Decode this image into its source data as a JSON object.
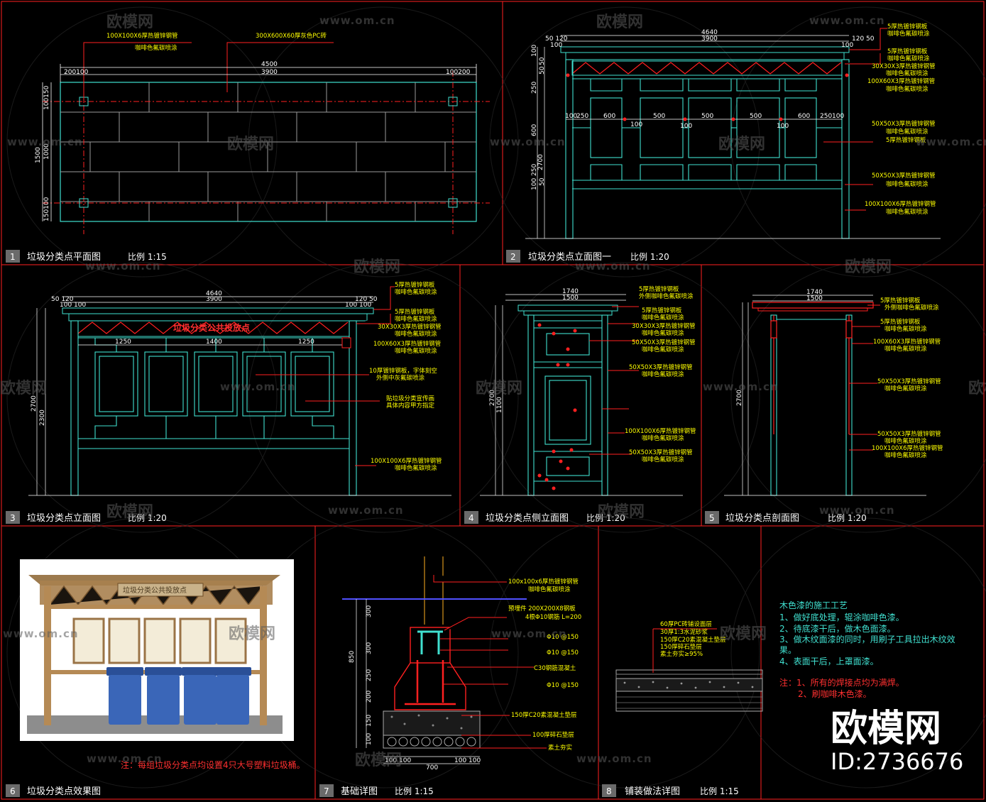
{
  "watermark": {
    "brand": "欧模网",
    "url": "www.om.cn"
  },
  "stamp": {
    "brand": "欧模网",
    "id": "ID:2736676"
  },
  "panels": [
    {
      "num": "1",
      "title": "垃圾分类点平面图",
      "scale": "比例 1:15"
    },
    {
      "num": "2",
      "title": "垃圾分类点立面图一",
      "scale": "比例 1:20"
    },
    {
      "num": "3",
      "title": "垃圾分类点立面图",
      "scale": "比例 1:20"
    },
    {
      "num": "4",
      "title": "垃圾分类点侧立面图",
      "scale": "比例 1:20"
    },
    {
      "num": "5",
      "title": "垃圾分类点剖面图",
      "scale": "比例 1:20"
    },
    {
      "num": "6",
      "title": "垃圾分类点效果图",
      "scale": ""
    },
    {
      "num": "7",
      "title": "基础详图",
      "scale": "比例 1:15"
    },
    {
      "num": "8",
      "title": "铺装做法详图",
      "scale": "比例 1:15"
    }
  ],
  "plan": {
    "callout1a": "100X100X6厚热镀锌钢管",
    "callout1b": "咖啡色氟碳喷涂",
    "callout2": "300X600X60厚灰色PC砖",
    "dim_total": "4500",
    "dim_inner": "3900",
    "dim_left": "200100",
    "dim_right": "100200",
    "dim_h": "1500",
    "dim_h_inner": "1000",
    "dim_v_a": "100150",
    "dim_v_b": "150100"
  },
  "elev1": {
    "dim_top1": "4640",
    "dim_top2": "3900",
    "dim_left": "50 120",
    "dim_right": "120 50",
    "dim_left2": "100",
    "dim_right2": "100",
    "dim_height": "2700",
    "panel_dims": [
      "100",
      "250",
      "600",
      "500",
      "500",
      "500",
      "600",
      "250",
      "100"
    ],
    "sub_dims": [
      "100",
      "100",
      "100"
    ],
    "v_dims": [
      "250",
      "600",
      "250",
      "100",
      "100",
      "50",
      "50",
      "50"
    ],
    "labels": [
      "5厚热镀锌钢板",
      "咖啡色氟碳喷涂",
      "5厚热镀锌钢板",
      "咖啡色氟碳喷涂",
      "30X30X3厚热镀锌钢管",
      "咖啡色氟碳喷涂",
      "100X60X3厚热镀锌钢管",
      "咖啡色氟碳喷涂",
      "50X50X3厚热镀锌钢管",
      "咖啡色氟碳喷涂",
      "5厚热镀锌钢板",
      "50X50X3厚热镀锌钢管",
      "咖啡色氟碳喷涂",
      "100X100X6厚热镀锌钢管",
      "咖啡色氟碳喷涂"
    ]
  },
  "elev2": {
    "sign": "垃圾分类公共投放点",
    "dim_top1": "4640",
    "dim_top2": "3900",
    "dim_left": "50 120",
    "dim_right": "120 50",
    "dim_left2": "100 100",
    "dim_right2": "100 100",
    "dim_height": "2700",
    "dim_height2": "2300",
    "panel_dims": [
      "1250",
      "1400",
      "1250"
    ],
    "labels": [
      "5厚热镀锌钢板",
      "咖啡色氟碳喷涂",
      "5厚热镀锌钢板",
      "咖啡色氟碳喷涂",
      "30X30X3厚热镀锌钢管",
      "咖啡色氟碳喷涂",
      "100X60X3厚热镀锌钢管",
      "咖啡色氟碳喷涂",
      "10厚镀锌钢板，字体刻空",
      "外侧中灰氟碳喷涂",
      "贴垃圾分类宣传画",
      "具体内容甲方指定",
      "100X100X6厚热镀锌钢管",
      "咖啡色氟碳喷涂"
    ]
  },
  "side": {
    "dim_top1": "1740",
    "dim_top2": "1500",
    "dim_height": "2700",
    "dim_mid": "1100",
    "labels": [
      "5厚热镀锌钢板",
      "外侧咖啡色氟碳喷涂",
      "5厚热镀锌钢板",
      "咖啡色氟碳喷涂",
      "30X30X3厚热镀锌钢管",
      "咖啡色氟碳喷涂",
      "50X50X3厚热镀锌钢管",
      "咖啡色氟碳喷涂",
      "50X50X3厚热镀锌钢管",
      "咖啡色氟碳喷涂",
      "100X100X6厚热镀锌钢管",
      "咖啡色氟碳喷涂",
      "50X50X3厚热镀锌钢管",
      "咖啡色氟碳喷涂"
    ]
  },
  "section": {
    "dim_top1": "1740",
    "dim_top2": "1500",
    "dim_height": "2700",
    "labels": [
      "5厚热镀锌钢板",
      "外侧咖啡色氟碳喷涂",
      "5厚热镀锌钢板",
      "咖啡色氟碳喷涂",
      "100X60X3厚热镀锌钢管",
      "咖啡色氟碳喷涂",
      "50X50X3厚热镀锌钢管",
      "咖啡色氟碳喷涂",
      "50X50X3厚热镀锌钢管",
      "咖啡色氟碳喷涂",
      "100X100X6厚热镀锌钢管",
      "咖啡色氟碳喷涂"
    ]
  },
  "render": {
    "sign": "垃圾分类公共投放点",
    "note": "注：每组垃圾分类点均设置4只大号塑料垃圾桶。",
    "bins": 4,
    "colors": {
      "wood": "#b58a55",
      "bin": "#3a66b8",
      "board": "#f3ecd8"
    }
  },
  "foundation": {
    "labels": [
      "100x100x6厚热镀锌钢管",
      "咖啡色氟碳喷涂",
      "预埋件 200X200X8钢板",
      "4根Φ10钢筋 L=200",
      "Φ10 @150",
      "Φ10 @150",
      "C30钢筋混凝土",
      "Φ10 @150",
      "150厚C20素混凝土垫层",
      "100厚碎石垫层",
      "素土夯实"
    ],
    "dims_v": [
      "300",
      "300",
      "250",
      "200",
      "150",
      "100"
    ],
    "dim_total_v": "850",
    "dims_h": [
      "100",
      "100",
      "100",
      "100",
      "700"
    ]
  },
  "paving": {
    "labels": [
      "60厚PC砖铺设面层",
      "30厚1:3水泥砂浆",
      "150厚C20素混凝土垫层",
      "150厚碎石垫层",
      "素土夯实≥95%"
    ]
  },
  "notes": {
    "heading": "木色漆的施工工艺",
    "items": [
      "1、做好底处理，辊涂咖啡色漆。",
      "2、待底漆干后，做木色面漆。",
      "3、做木纹面漆的同时，用刷子工具拉出木纹效",
      "果。",
      "4、表面干后，上罩面漆。"
    ],
    "remark1": "注：1、所有的焊接点均为满焊。",
    "remark2": "2、刷咖啡木色漆。"
  }
}
